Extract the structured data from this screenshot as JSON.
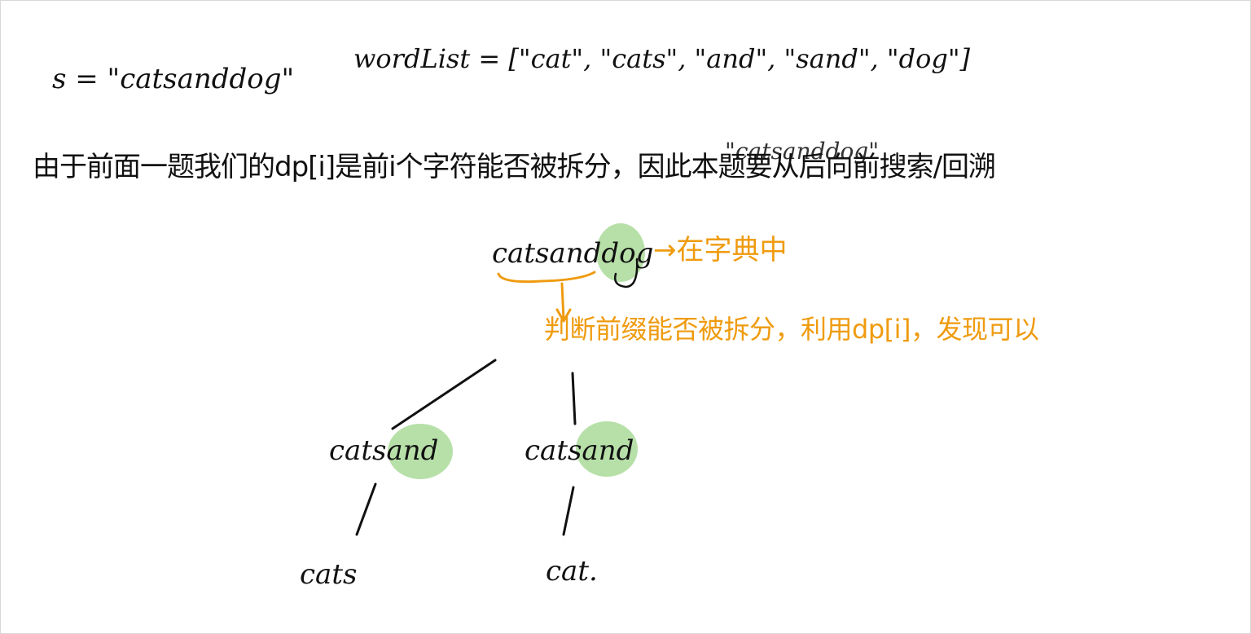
{
  "problem": {
    "s_label": "s = \"catsanddog\"",
    "wordlist_label": "wordList = [\"cat\", \"cats\", \"and\", \"sand\", \"dog\"]"
  },
  "note": {
    "main_text": "由于前面一题我们的dp[i]是前i个字符能否被拆分，因此本题要从后向前搜索/回溯",
    "overwrite_text": "\"catsanddog\""
  },
  "tree": {
    "root": "catsanddog",
    "root_annotation": "→在字典中",
    "prefix_annotation": "判断前缀能否被拆分，利用dp[i]，发现可以",
    "left_child": "catsand",
    "right_child": "catsand",
    "left_leaf": "cats",
    "right_leaf": "cat."
  },
  "colors": {
    "ink": "#111111",
    "annotation": "#ef9b0f",
    "highlight": "#9fd68c"
  }
}
